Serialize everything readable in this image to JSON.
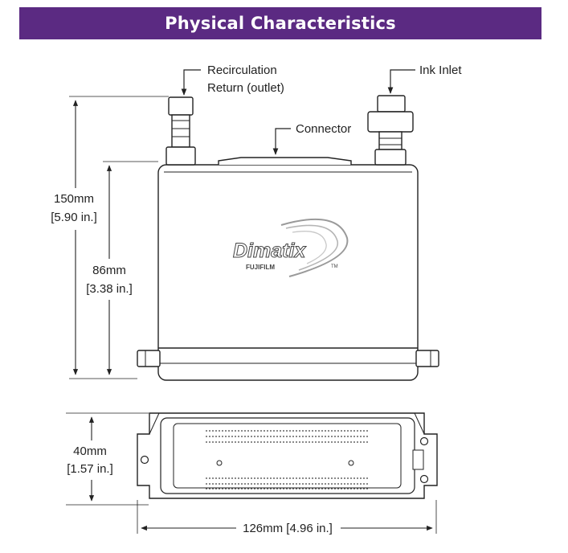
{
  "title": "Physical Characteristics",
  "labels": {
    "recirculation_line1": "Recirculation",
    "recirculation_line2": "Return (outlet)",
    "ink_inlet": "Ink Inlet",
    "connector": "Connector",
    "height_total_mm": "150mm",
    "height_total_in": "[5.90 in.]",
    "height_body_mm": "86mm",
    "height_body_in": "[3.38 in.]",
    "depth_mm": "40mm",
    "depth_in": "[1.57 in.]",
    "width": "126mm [4.96 in.]"
  },
  "logo": {
    "brand": "Dimatix",
    "sub": "FUJIFILM",
    "mark": "TM"
  },
  "colors": {
    "banner": "#5b2a82",
    "line": "#222222"
  }
}
